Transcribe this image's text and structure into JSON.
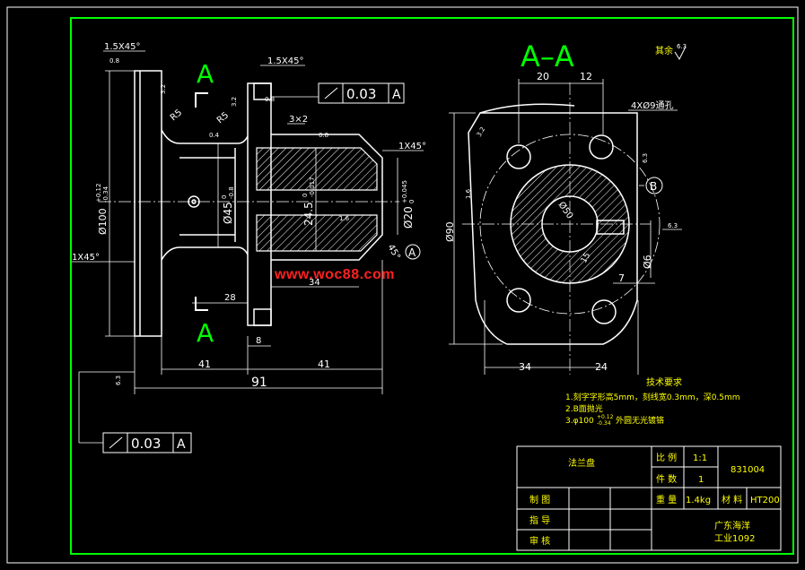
{
  "section_labels": {
    "cut_top": "A",
    "cut_bottom": "A",
    "section_view": "A–A"
  },
  "rough_rest": "其余",
  "roughness": [
    "0.8",
    "6.3",
    "3.2",
    "0.4",
    "0.8",
    "0.8",
    "1.6",
    "3.2",
    "6.3",
    "3.2",
    "1.6",
    "6.3"
  ],
  "dims_left": {
    "chamfer_top_left": "1.5X45°",
    "chamfer_top_mid": "1.5X45°",
    "chamfer_right": "1X45°",
    "chamfer_left": "1X45°",
    "r1": "R5",
    "r2": "R5",
    "groove": "3×2",
    "d100": "Ø100",
    "d100_tol_up": "+0.12",
    "d100_tol_low": "-0.34",
    "d45": "Ø45",
    "d45_tol_up": "0",
    "d45_tol_low": "-0.8",
    "d24": "24.5",
    "d24_tol_up": "0",
    "d24_tol_low": "-0.017",
    "d20": "Ø20",
    "d20_tol_up": "+0.045",
    "d20_tol_low": "0",
    "len28": "28",
    "len34": "34",
    "len8": "8",
    "len41a": "41",
    "len41b": "41",
    "len91": "91",
    "angle45": "45°"
  },
  "tolerance_frames": [
    {
      "value": "0.03",
      "datum": "A"
    },
    {
      "value": "0.03",
      "datum": "A"
    }
  ],
  "datums": {
    "a": "A",
    "b": "B"
  },
  "dims_right": {
    "d20": "20",
    "d12": "12",
    "holes": "4XØ9通孔",
    "d90": "Ø90",
    "d50": "Ø50",
    "d6": "Ø6",
    "d7": "7",
    "d34": "34",
    "d24": "24",
    "d15": "15"
  },
  "tech_req": {
    "title": "技术要求",
    "lines": [
      "1.刻字字形高5mm，刻线宽0.3mm，深0.5mm",
      "2.B面抛光",
      "3.φ100",
      "外圆无光镀铬"
    ],
    "tol_up": "+0.12",
    "tol_low": "-0.34"
  },
  "title_block": {
    "part_name": "法兰盘",
    "scale_label": "比 例",
    "scale_value": "1:1",
    "qty_label": "件 数",
    "qty_value": "1",
    "drawing_no": "831004",
    "designer_label": "制 图",
    "weight_label": "重 量",
    "weight_value": "1.4kg",
    "material_label": "材 料",
    "material_value": "HT200",
    "guide_label": "指 导",
    "review_label": "审 核",
    "school_line1": "广东海洋",
    "school_line2": "工业1092"
  },
  "watermark": "www.woc88.com",
  "colors": {
    "line": "#ffffff",
    "border": "#00ff00",
    "text_green": "#00ff00",
    "title_text": "#ffff00",
    "watermark": "#ff2020",
    "hatch": "#ffffff"
  }
}
